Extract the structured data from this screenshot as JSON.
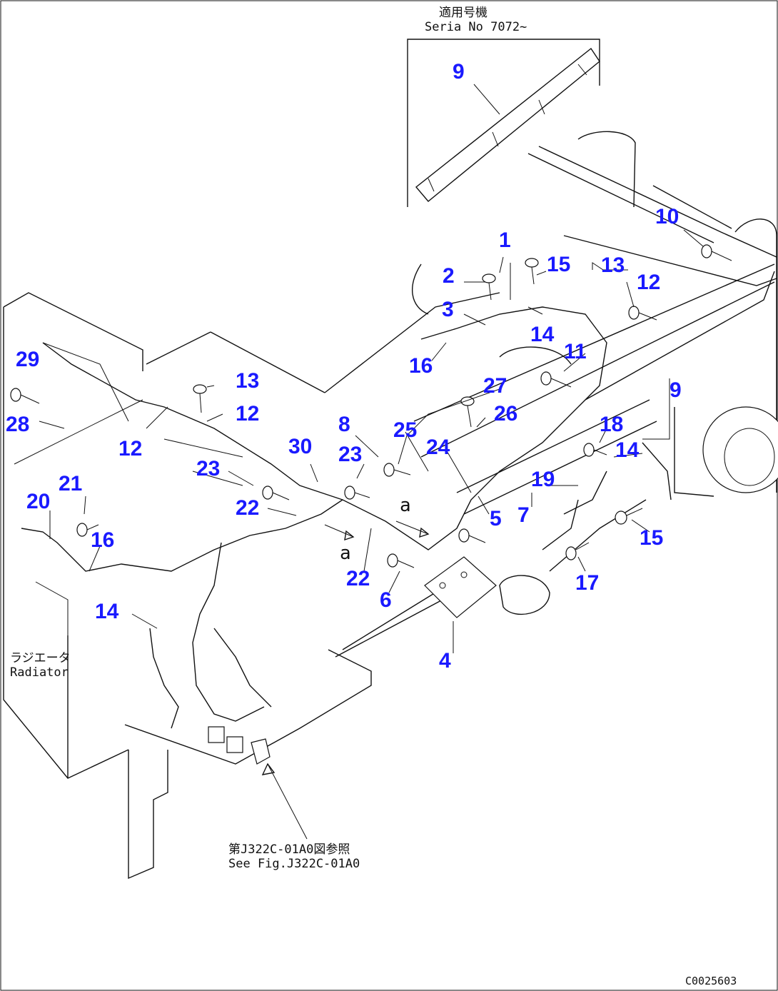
{
  "serial_note": {
    "line1": "適用号機",
    "line2": "Seria  No 7072~"
  },
  "radiator_note": {
    "line1": "ラジエータ",
    "line2": "Radiator"
  },
  "see_fig_note": {
    "line1": "第J322C-01A0図参照",
    "line2": "See Fig.J322C-01A0"
  },
  "figure_code": "C0025603",
  "arrow_labels": {
    "a1": "a",
    "a2": "a"
  },
  "callouts": [
    {
      "id": "c9a",
      "text": "9"
    },
    {
      "id": "c10",
      "text": "10"
    },
    {
      "id": "c1",
      "text": "1"
    },
    {
      "id": "c2",
      "text": "2"
    },
    {
      "id": "c15a",
      "text": "15"
    },
    {
      "id": "c13a",
      "text": "13"
    },
    {
      "id": "c12a",
      "text": "12"
    },
    {
      "id": "c3",
      "text": "3"
    },
    {
      "id": "c14a",
      "text": "14"
    },
    {
      "id": "c11",
      "text": "11"
    },
    {
      "id": "c16a",
      "text": "16"
    },
    {
      "id": "c27",
      "text": "27"
    },
    {
      "id": "c9b",
      "text": "9"
    },
    {
      "id": "c29",
      "text": "29"
    },
    {
      "id": "c13b",
      "text": "13"
    },
    {
      "id": "c26",
      "text": "26"
    },
    {
      "id": "c12b",
      "text": "12"
    },
    {
      "id": "c28",
      "text": "28"
    },
    {
      "id": "c8",
      "text": "8"
    },
    {
      "id": "c18",
      "text": "18"
    },
    {
      "id": "c25",
      "text": "25"
    },
    {
      "id": "c12c",
      "text": "12"
    },
    {
      "id": "c30",
      "text": "30"
    },
    {
      "id": "c24",
      "text": "24"
    },
    {
      "id": "c14b",
      "text": "14"
    },
    {
      "id": "c23a",
      "text": "23"
    },
    {
      "id": "c23b",
      "text": "23"
    },
    {
      "id": "c19",
      "text": "19"
    },
    {
      "id": "c21",
      "text": "21"
    },
    {
      "id": "c20",
      "text": "20"
    },
    {
      "id": "c22a",
      "text": "22"
    },
    {
      "id": "c7",
      "text": "7"
    },
    {
      "id": "c5",
      "text": "5"
    },
    {
      "id": "c16b",
      "text": "16"
    },
    {
      "id": "c15b",
      "text": "15"
    },
    {
      "id": "c22b",
      "text": "22"
    },
    {
      "id": "c17",
      "text": "17"
    },
    {
      "id": "c6",
      "text": "6"
    },
    {
      "id": "c14c",
      "text": "14"
    },
    {
      "id": "c4",
      "text": "4"
    }
  ]
}
